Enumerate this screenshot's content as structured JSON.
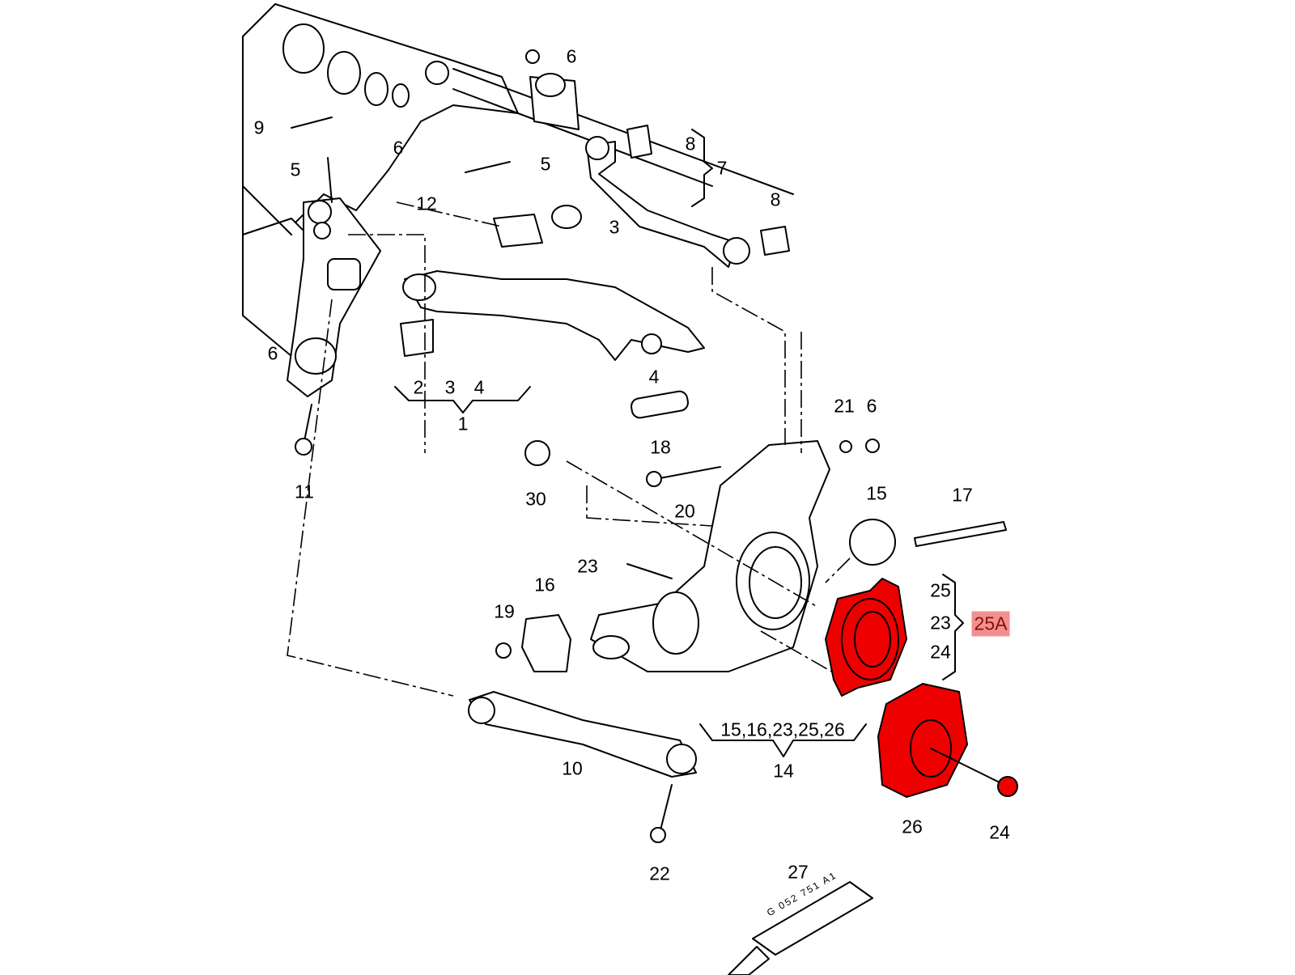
{
  "diagram": {
    "title": "Rear suspension parts diagram",
    "highlight_color": "#ee0000",
    "labels": [
      "6",
      "9",
      "8",
      "7",
      "5",
      "6",
      "5",
      "12",
      "8",
      "3",
      "6",
      "2",
      "3",
      "4",
      "1",
      "4",
      "18",
      "21",
      "6",
      "11",
      "30",
      "20",
      "15",
      "17",
      "23",
      "16",
      "25",
      "23",
      "25A",
      "24",
      "19",
      "15,16,23,25,26",
      "14",
      "10",
      "26",
      "24",
      "22",
      "27"
    ],
    "tube_text": "G 052 751 A1"
  }
}
